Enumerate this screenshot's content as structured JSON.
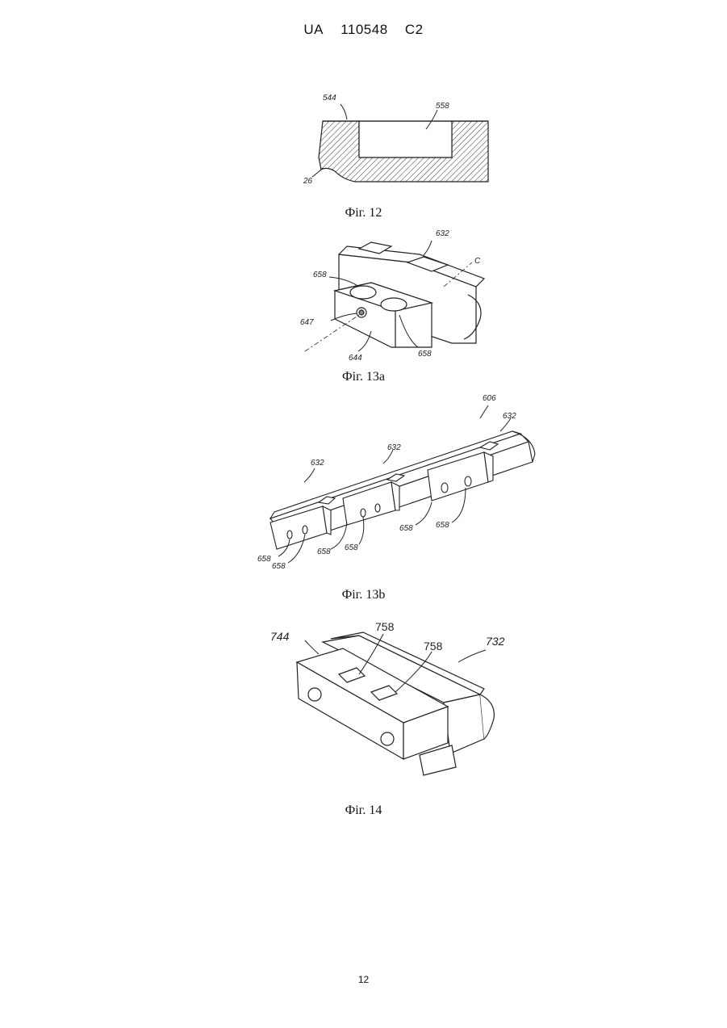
{
  "header": {
    "office": "UA",
    "number": "110548",
    "kind": "C2"
  },
  "figures": [
    {
      "caption": "Фіг. 12",
      "labels": [
        "544",
        "558",
        "26"
      ]
    },
    {
      "caption": "Фіг. 13a",
      "labels": [
        "632",
        "C",
        "658",
        "647",
        "644",
        "658"
      ]
    },
    {
      "caption": "Фіг. 13b",
      "labels": [
        "606",
        "632",
        "632",
        "632",
        "658",
        "658",
        "658",
        "658",
        "658",
        "658"
      ]
    },
    {
      "caption": "Фіг. 14",
      "labels": [
        "744",
        "758",
        "758",
        "732"
      ]
    }
  ],
  "page_number": "12"
}
